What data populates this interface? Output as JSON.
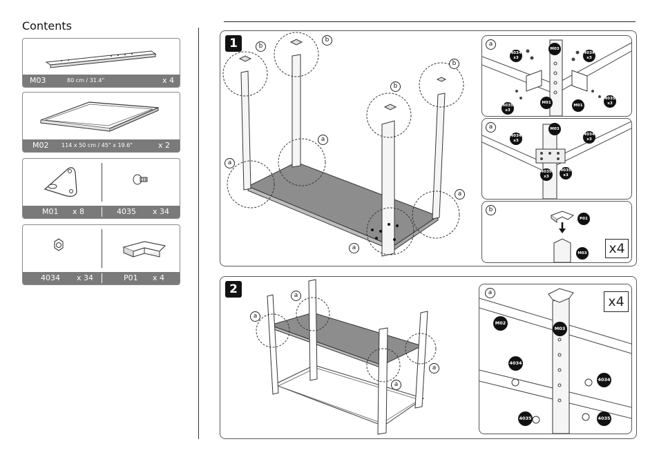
{
  "contents": {
    "title": "Contents",
    "m03": {
      "code": "M03",
      "size": "80 cm / 31.4\"",
      "qty": "x 4"
    },
    "m02": {
      "code": "M02",
      "size": "114 x 50 cm / 45\" x 19.6\"",
      "qty": "x 2"
    },
    "m01": {
      "code": "M01",
      "qty": "x 8"
    },
    "p4035": {
      "code": "4035",
      "qty": "x 34"
    },
    "p4034": {
      "code": "4034",
      "qty": "x 34"
    },
    "p01": {
      "code": "P01",
      "qty": "x 4"
    }
  },
  "step1": {
    "number": "1",
    "callout_a": "a",
    "callout_b": "b",
    "inset1": {
      "letter": "a",
      "m03": "M03",
      "m01": "M01",
      "n4034": "4034",
      "n4035": "4035",
      "qty": "x3"
    },
    "inset2": {
      "letter": "a",
      "m03": "M03",
      "n4034": "4034",
      "n4035": "4035",
      "qty": "x3"
    },
    "inset3": {
      "letter": "b",
      "p01": "P01",
      "m03": "M03",
      "mult": "x4"
    }
  },
  "step2": {
    "number": "2",
    "callout_a": "a",
    "inset": {
      "letter": "a",
      "m02": "M02",
      "m03": "M03",
      "n4034": "4034",
      "n4035": "4035",
      "mult": "x4"
    }
  }
}
